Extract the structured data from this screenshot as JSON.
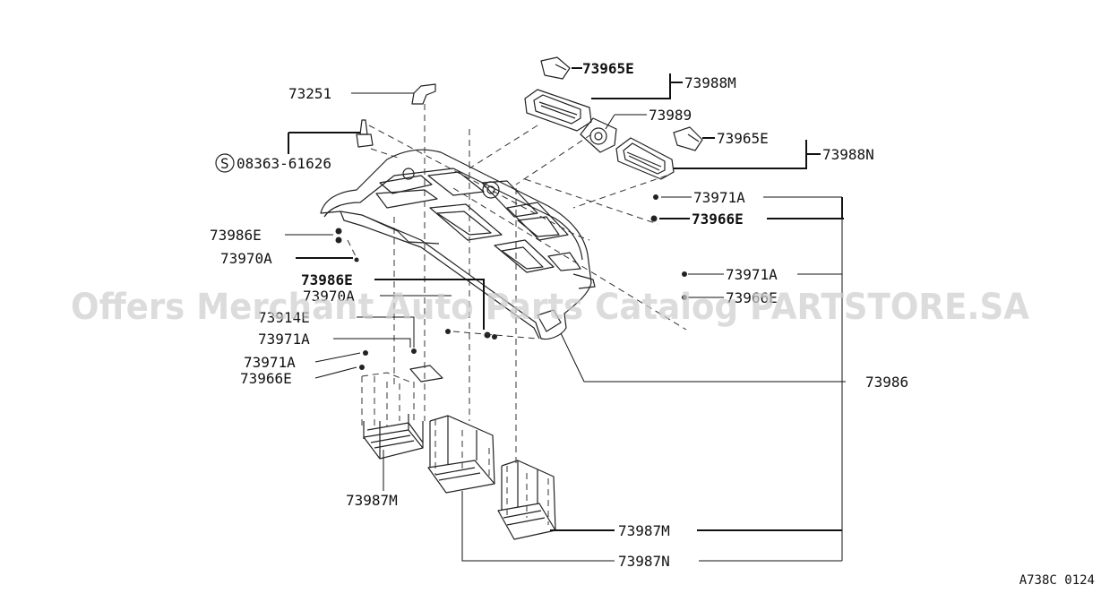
{
  "labels": {
    "p73251": "73251",
    "p08363": "08363-61626",
    "s_symbol": "S",
    "p73965E_top": "73965E",
    "p73988M": "73988M",
    "p73989": "73989",
    "p73965E_mid": "73965E",
    "p73988N": "73988N",
    "p73971A_r1": "73971A",
    "p73966E_r1": "73966E",
    "p73986E_l": "73986E",
    "p73970A_l": "73970A",
    "p73986E_c": "73986E",
    "p73970A_c": "73970A",
    "p73914E": "73914E",
    "p73971A_c1": "73971A",
    "p73971A_c2": "73971A",
    "p73966E_c": "73966E",
    "p73971A_r2": "73971A",
    "p73966E_r2": "73966E",
    "p73986": "73986",
    "p73987M_l": "73987M",
    "p73987M_r": "73987M",
    "p73987N": "73987N"
  },
  "watermark": "Offers Merchant Auto Parts Catalog PARTSTORE.SA",
  "diagram_ref": "A738C 0124"
}
